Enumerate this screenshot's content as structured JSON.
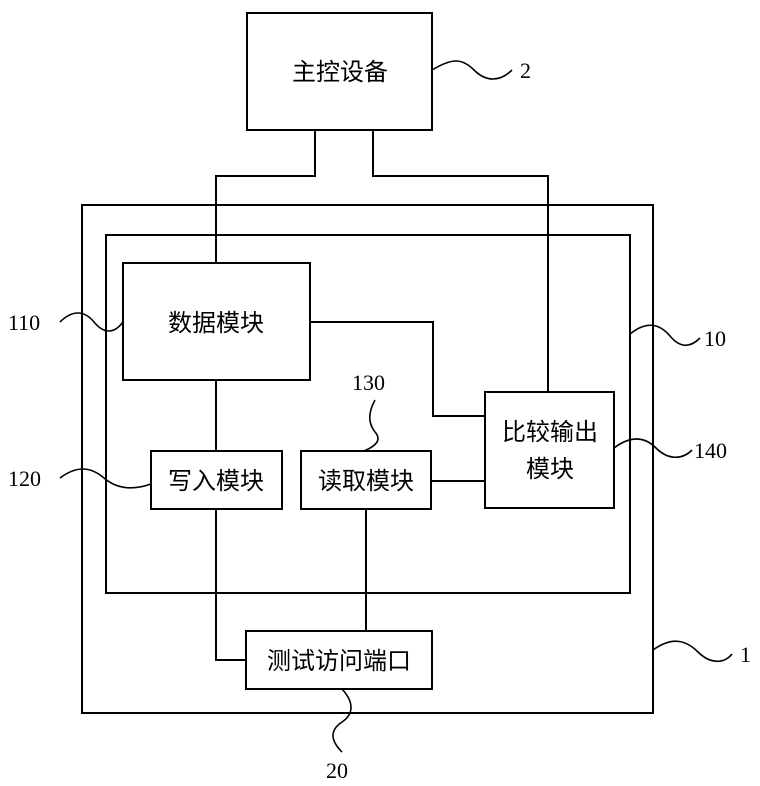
{
  "blocks": {
    "master_device": "主控设备",
    "data_module": "数据模块",
    "write_module": "写入模块",
    "read_module": "读取模块",
    "compare_output_line1": "比较输出",
    "compare_output_line2": "模块",
    "test_access_port": "测试访问端口"
  },
  "refs": {
    "master_device": "2",
    "chip": "1",
    "circuit": "10",
    "data_module": "110",
    "write_module": "120",
    "read_module": "130",
    "compare_output": "140",
    "test_access_port": "20"
  }
}
